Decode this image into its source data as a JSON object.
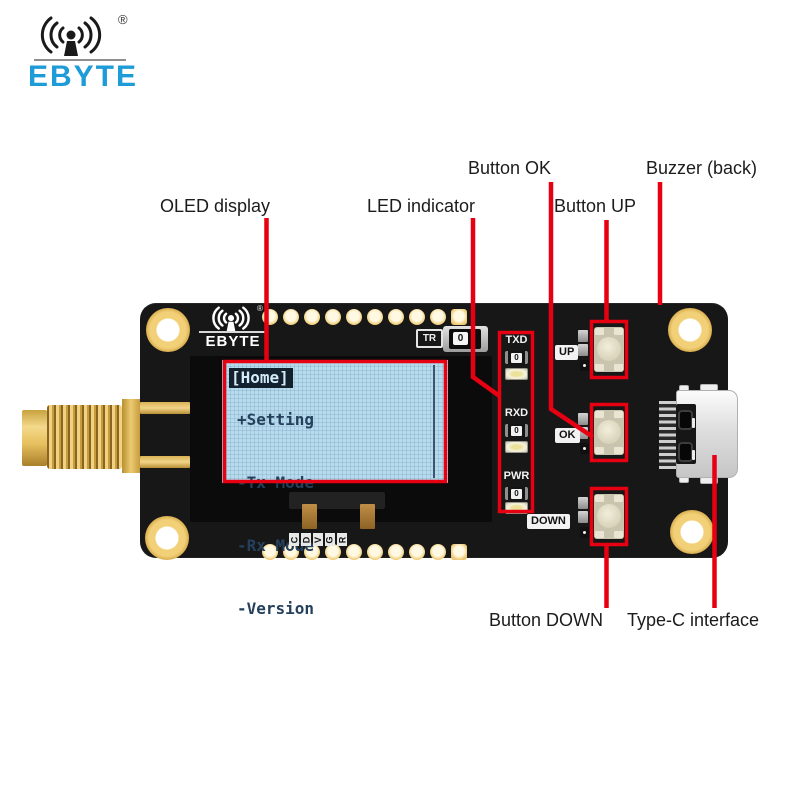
{
  "logo": {
    "brand": "EBYTE",
    "registered": "®"
  },
  "callouts": {
    "oled": "OLED display",
    "led": "LED indicator",
    "button_ok": "Button OK",
    "button_up": "Button UP",
    "buzzer": "Buzzer (back)",
    "button_down": "Button DOWN",
    "type_c": "Type-C interface"
  },
  "board": {
    "silkscreen_logo": "EBYTE",
    "silkscreen_registered": "®",
    "tr_label": "TR",
    "switch_value": "0",
    "oled": {
      "selected_item": "[Home]",
      "items": [
        "+Setting",
        "-Tx Mode",
        "-Rx Mode",
        "-Version"
      ]
    },
    "leds": [
      {
        "label": "TXD",
        "resistor_value": "0"
      },
      {
        "label": "RXD",
        "resistor_value": "0"
      },
      {
        "label": "PWR",
        "resistor_value": "0"
      }
    ],
    "buttons": [
      {
        "label": "UP"
      },
      {
        "label": "OK"
      },
      {
        "label": "DOWN"
      }
    ],
    "pin_labels": [
      "C",
      "D",
      "V",
      "G",
      "R"
    ]
  },
  "colors": {
    "callout_red": "#e60012",
    "pcb_black": "#171717",
    "pad_gold": "#e9c469",
    "oled_screen": "#b7dbec",
    "logo_blue": "#1e9cd8"
  }
}
